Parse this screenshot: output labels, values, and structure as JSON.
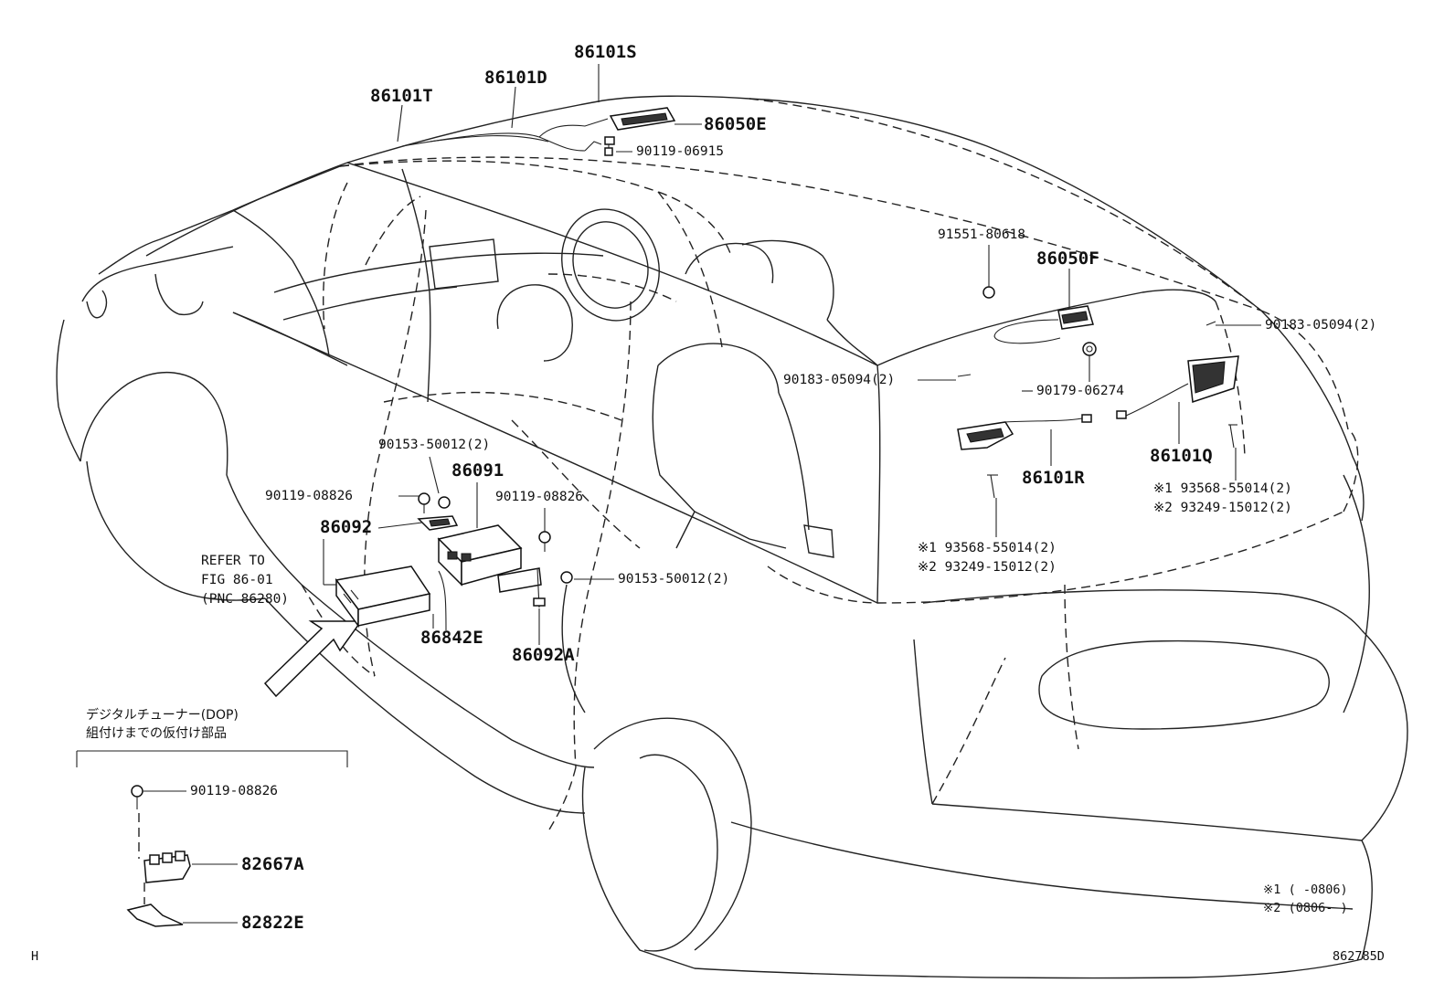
{
  "labels": {
    "p86101S": "86101S",
    "p86101D": "86101D",
    "p86101T": "86101T",
    "p86050E": "86050E",
    "s90119_06915": "90119-06915",
    "s91551_80618": "91551-80618",
    "p86050F": "86050F",
    "s90183_05094_r": "90183-05094(2)",
    "s90183_05094_l": "90183-05094(2)",
    "s90179_06274": "90179-06274",
    "p86101Q": "86101Q",
    "p86101R": "86101R",
    "s93568_q": "※1 93568-55014(2)",
    "s93249_q": "※2 93249-15012(2)",
    "s93568_r": "※1 93568-55014(2)",
    "s93249_r": "※2 93249-15012(2)",
    "s90153_top": "90153-50012(2)",
    "p86091": "86091",
    "s90119_08826_l": "90119-08826",
    "s90119_08826_m": "90119-08826",
    "p86092": "86092",
    "refer1": "REFER TO",
    "refer2": "FIG 86-01",
    "refer3": "(PNC 86280)",
    "s90153_right": "90153-50012(2)",
    "p86842E": "86842E",
    "p86092A": "86092A",
    "jp1": "デジタルチューナー(DOP)",
    "jp2": "組付けまでの仮付け部品",
    "s90119_08826_b": "90119-08826",
    "p82667A": "82667A",
    "p82822E": "82822E",
    "note1": "※1 (     -0806)",
    "note2": "※2 (0806-     )",
    "corner_h": "H",
    "fig_code": "862785D"
  }
}
